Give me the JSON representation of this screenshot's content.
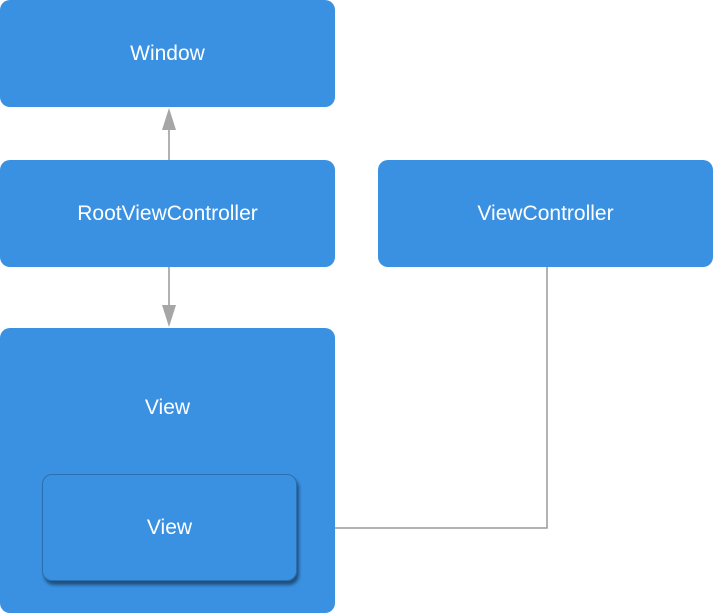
{
  "nodes": {
    "window": "Window",
    "root_view_controller": "RootViewController",
    "view_controller": "ViewController",
    "view": "View",
    "subview": "View"
  },
  "colors": {
    "node_fill": "#3a91e2",
    "node_text": "#ffffff",
    "connector": "#999999"
  }
}
